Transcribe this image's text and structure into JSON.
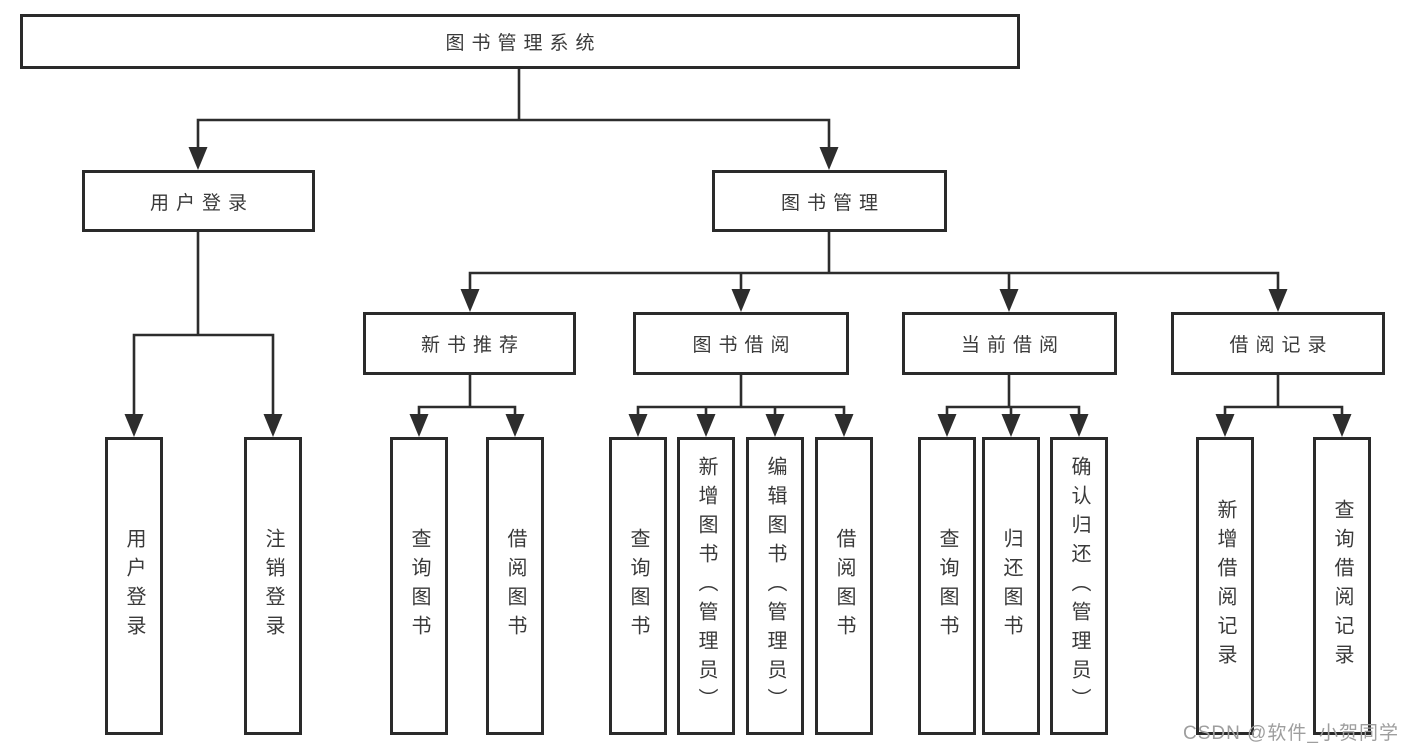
{
  "diagram": {
    "root": {
      "label": "图书管理系统"
    },
    "level2": [
      {
        "label": "用户登录"
      },
      {
        "label": "图书管理"
      }
    ],
    "level3": [
      {
        "label": "新书推荐"
      },
      {
        "label": "图书借阅"
      },
      {
        "label": "当前借阅"
      },
      {
        "label": "借阅记录"
      }
    ],
    "leaves": {
      "user": [
        {
          "label": "用户登录"
        },
        {
          "label": "注销登录"
        }
      ],
      "recommend": [
        {
          "label": "查询图书"
        },
        {
          "label": "借阅图书"
        }
      ],
      "borrow": [
        {
          "label": "查询图书"
        },
        {
          "label": "新增图书（管理员）"
        },
        {
          "label": "编辑图书（管理员）"
        },
        {
          "label": "借阅图书"
        }
      ],
      "current": [
        {
          "label": "查询图书"
        },
        {
          "label": "归还图书"
        },
        {
          "label": "确认归还（管理员）"
        }
      ],
      "records": [
        {
          "label": "新增借阅记录"
        },
        {
          "label": "查询借阅记录"
        }
      ]
    }
  },
  "watermark": {
    "text": "CSDN @软件_小贺同学"
  },
  "colors": {
    "line": "#2d2d2d",
    "box_border": "#2a2a2a",
    "text": "#3a3a3a",
    "watermark": "#9e9e9e",
    "background": "#ffffff"
  }
}
